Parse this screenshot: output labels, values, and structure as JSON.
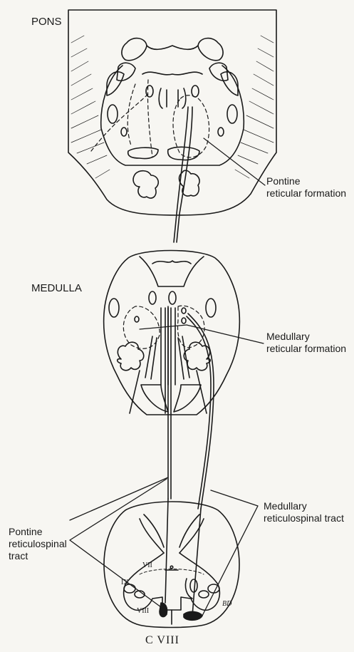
{
  "labels": {
    "pons": "PONS",
    "medulla": "MEDULLA",
    "pontine_rf": [
      "Pontine",
      "reticular formation"
    ],
    "medullary_rf": [
      "Medullary",
      "reticular formation"
    ],
    "medullary_rst": [
      "Medullary",
      "reticulospinal tract"
    ],
    "pontine_rst": [
      "Pontine",
      "reticulospinal",
      "tract"
    ],
    "segment": "C VIII",
    "lamina_vii": "VII",
    "lamina_viii": "VIII",
    "lamina_ix": "IX",
    "initials": "BD"
  },
  "colors": {
    "ink": "#1a1a1a",
    "paper": "#f7f6f2"
  }
}
